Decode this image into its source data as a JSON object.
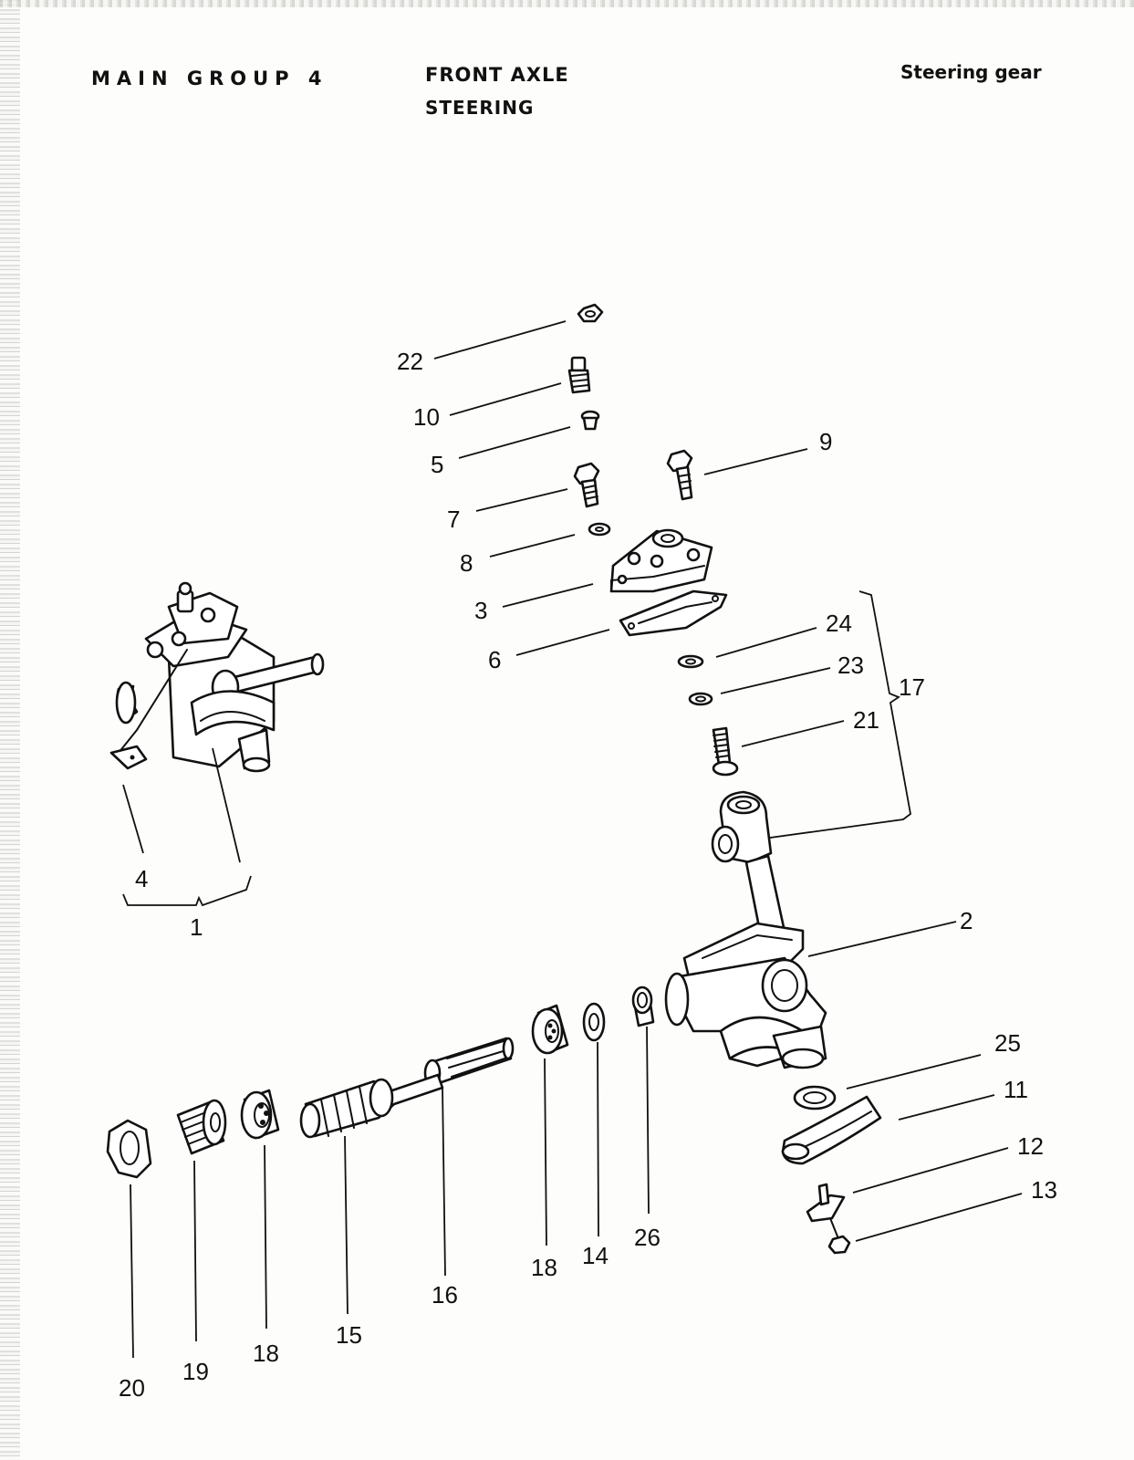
{
  "header": {
    "group": "MAIN GROUP 4",
    "title_line1": "FRONT AXLE",
    "title_line2": "STEERING",
    "section": "Steering gear"
  },
  "callouts": {
    "c1": "1",
    "c2": "2",
    "c3": "3",
    "c4": "4",
    "c5": "5",
    "c6": "6",
    "c7": "7",
    "c8": "8",
    "c9": "9",
    "c10": "10",
    "c11": "11",
    "c12": "12",
    "c13": "13",
    "c14": "14",
    "c15": "15",
    "c16": "16",
    "c17": "17",
    "c18a": "18",
    "c18b": "18",
    "c19": "19",
    "c20": "20",
    "c21": "21",
    "c22": "22",
    "c23": "23",
    "c24": "24",
    "c25": "25",
    "c26": "26"
  }
}
